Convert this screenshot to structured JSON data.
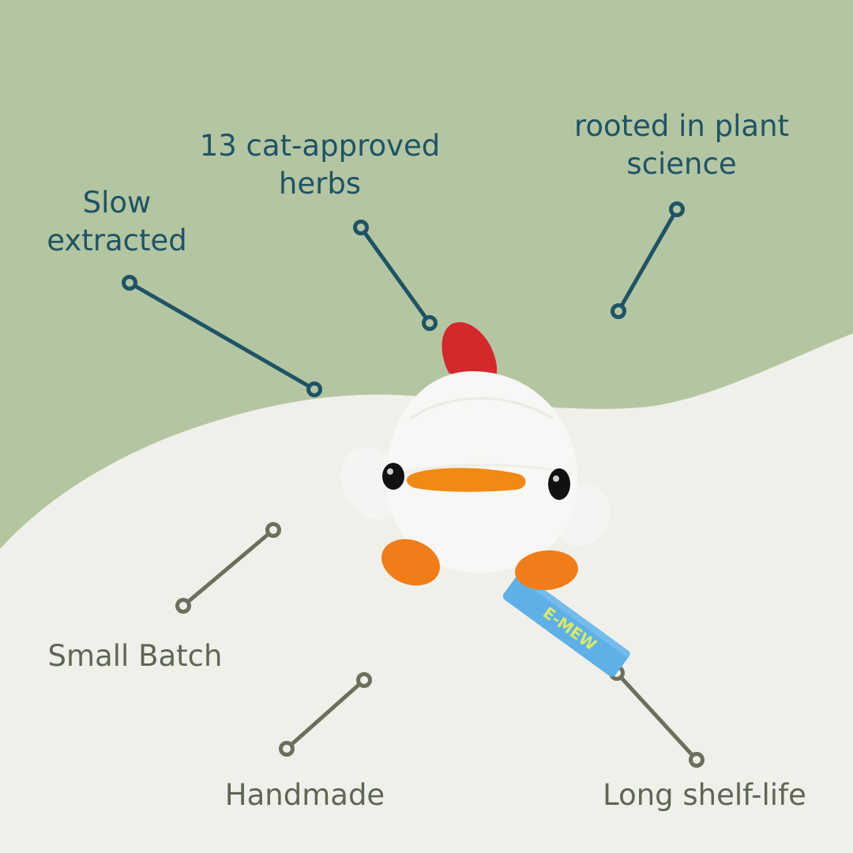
{
  "colors": {
    "green_wave": "#b3c6a1",
    "cream_bg": "#f0f0ea",
    "callout_dark": "#1f5366",
    "callout_grey": "#6a705c"
  },
  "callouts_top": [
    {
      "id": "slow-extracted",
      "lines": [
        "Slow",
        "extracted"
      ]
    },
    {
      "id": "cat-approved-herbs",
      "lines": [
        "13 cat-approved",
        "herbs"
      ]
    },
    {
      "id": "plant-science",
      "lines": [
        "rooted in plant",
        "science"
      ]
    }
  ],
  "callouts_bottom": [
    {
      "id": "small-batch",
      "lines": [
        "Small Batch"
      ]
    },
    {
      "id": "handmade",
      "lines": [
        "Handmade"
      ]
    },
    {
      "id": "long-shelf-life",
      "lines": [
        "Long shelf-life"
      ]
    }
  ],
  "product": {
    "tag_text": "E-MEW"
  }
}
